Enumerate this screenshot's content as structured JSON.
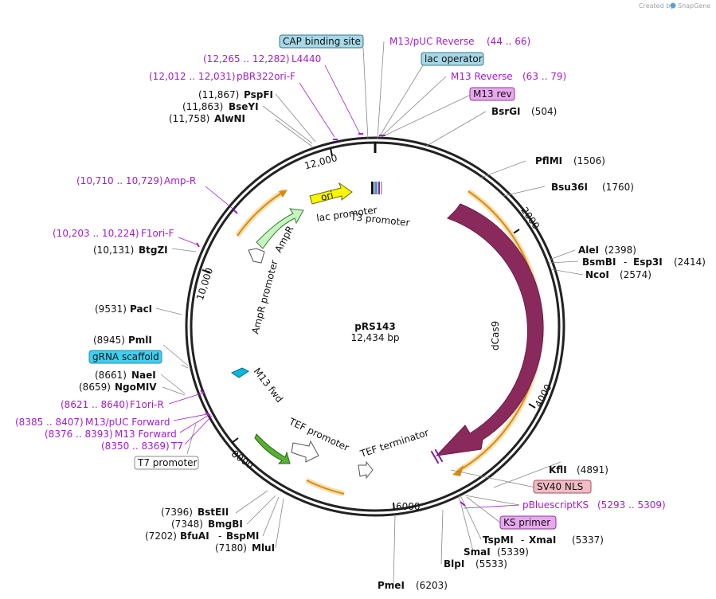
{
  "brand": {
    "prefix": "Created by",
    "name": "SnapGene"
  },
  "plasmid": {
    "name": "pRS143",
    "size": "12,434 bp"
  },
  "ruler": {
    "t12000": "12,000",
    "t10000": "10,000",
    "t8000": "8000",
    "t6000": "6000",
    "t4000": "4000",
    "t2000": "2000"
  },
  "features": {
    "dcas9": "dCas9",
    "ampr": "AmpR",
    "ampr_promoter": "AmpR promoter",
    "ori": "ori",
    "lac_promoter": "lac promoter",
    "t3_promoter": "T3 promoter",
    "m13_fwd": "M13 fwd",
    "tef_promoter": "TEF promoter",
    "tef_terminator": "TEF terminator"
  },
  "enzymes": {
    "pspfi": {
      "name": "PspFI",
      "pos": "(11,867)"
    },
    "bseyi": {
      "name": "BseYI",
      "pos": "(11,863)"
    },
    "alwni": {
      "name": "AlwNI",
      "pos": "(11,758)"
    },
    "btgzi": {
      "name": "BtgZI",
      "pos": "(10,131)"
    },
    "paci": {
      "name": "PacI",
      "pos": "(9531)"
    },
    "pmli": {
      "name": "PmlI",
      "pos": "(8945)"
    },
    "naei": {
      "name": "NaeI",
      "pos": "(8661)"
    },
    "ngomiv": {
      "name": "NgoMIV",
      "pos": "(8659)"
    },
    "bsteii": {
      "name": "BstEII",
      "pos": "(7396)"
    },
    "bmgbi": {
      "name": "BmgBI",
      "pos": "(7348)"
    },
    "bfuai": {
      "name": "BfuAI",
      "sep": "-",
      "name2": "BspMI",
      "pos": "(7202)"
    },
    "mlui": {
      "name": "MluI",
      "pos": "(7180)"
    },
    "pmei": {
      "name": "PmeI",
      "pos": "(6203)"
    },
    "blpi": {
      "name": "BlpI",
      "pos": "(5533)"
    },
    "smai": {
      "name": "SmaI",
      "pos": "(5339)"
    },
    "tspmi": {
      "name": "TspMI",
      "sep": "-",
      "name2": "XmaI",
      "pos": "(5337)"
    },
    "kfli": {
      "name": "KflI",
      "pos": "(4891)"
    },
    "ncoi": {
      "name": "NcoI",
      "pos": "(2574)"
    },
    "bsmbi": {
      "name": "BsmBI",
      "sep": "-",
      "name2": "Esp3I",
      "pos": "(2414)"
    },
    "alei": {
      "name": "AleI",
      "pos": "(2398)"
    },
    "bsu36i": {
      "name": "Bsu36I",
      "pos": "(1760)"
    },
    "pflmi": {
      "name": "PflMI",
      "pos": "(1506)"
    },
    "bsrgi": {
      "name": "BsrGI",
      "pos": "(504)"
    }
  },
  "primers": {
    "l4440": {
      "range": "(12,265 .. 12,282)",
      "name": "L4440"
    },
    "pbr322ori_f": {
      "range": "(12,012 .. 12,031)",
      "name": "pBR322ori-F"
    },
    "amp_r": {
      "range": "(10,710 .. 10,729)",
      "name": "Amp-R"
    },
    "f1ori_f": {
      "range": "(10,203 .. 10,224)",
      "name": "F1ori-F"
    },
    "f1ori_r": {
      "range": "(8621 .. 8640)",
      "name": "F1ori-R"
    },
    "m13_puc_forward": {
      "range": "(8385 .. 8407)",
      "name": "M13/pUC Forward"
    },
    "m13_forward": {
      "range": "(8376 .. 8393)",
      "name": "M13 Forward"
    },
    "t7": {
      "range": "(8350 .. 8369)",
      "name": "T7"
    },
    "m13_puc_reverse": {
      "name": "M13/pUC Reverse",
      "range": "(44 .. 66)"
    },
    "m13_reverse": {
      "name": "M13 Reverse",
      "range": "(63 .. 79)"
    },
    "pbluescriptks": {
      "name": "pBluescriptKS",
      "range": "(5293 .. 5309)"
    }
  },
  "boxes": {
    "cap": "CAP binding site",
    "lac_operator": "lac operator",
    "m13_rev": "M13 rev",
    "grna": "gRNA scaffold",
    "t7_promoter": "T7 promoter",
    "sv40": "SV40 NLS",
    "ks_primer": "KS primer"
  }
}
